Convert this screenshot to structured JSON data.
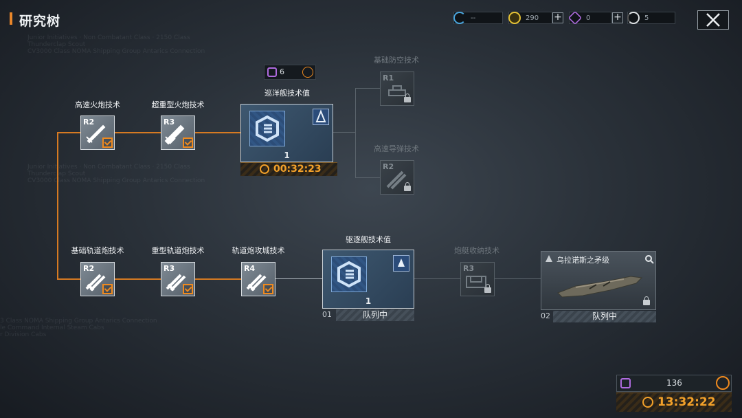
{
  "header": {
    "title": "研究树"
  },
  "resources": [
    {
      "icon": "refresh-currency-icon",
      "value": "--"
    },
    {
      "icon": "gold-coin-icon",
      "value": "290"
    },
    {
      "icon": "purple-token-icon",
      "value": "0"
    },
    {
      "icon": "blueprint-icon",
      "value": "5"
    }
  ],
  "cost_badge": {
    "value": "6"
  },
  "nodes": {
    "r2_high_speed": {
      "label": "高速火炮技术",
      "rank": "R2"
    },
    "r3_super_heavy": {
      "label": "超重型火炮技术",
      "rank": "R3"
    },
    "cruiser": {
      "label": "巡洋舰技术值",
      "count": "1",
      "timer": "00:32:23"
    },
    "aa_basic": {
      "label": "基础防空技术",
      "rank": "R1"
    },
    "missile": {
      "label": "高速导弹技术",
      "rank": "R2"
    },
    "r2_rail": {
      "label": "基础轨道炮技术",
      "rank": "R2"
    },
    "r3_heavy_rail": {
      "label": "重型轨道炮技术",
      "rank": "R3"
    },
    "r4_siege_rail": {
      "label": "轨道炮攻城技术",
      "rank": "R4"
    },
    "destroyer": {
      "label": "驱逐舰技术值",
      "count": "1",
      "slot": "01",
      "status": "队列中"
    },
    "hull_storage": {
      "label": "炮艇收纳技术",
      "rank": "R3"
    },
    "ship": {
      "name": "乌拉诺斯之矛级",
      "slot": "02",
      "status": "队列中"
    }
  },
  "bottom_panel": {
    "value": "136",
    "timer": "13:32:22"
  },
  "colors": {
    "accent_orange": "#f08a1e",
    "timer_orange": "#f3a12a",
    "panel_blue": "#2c4d78"
  }
}
